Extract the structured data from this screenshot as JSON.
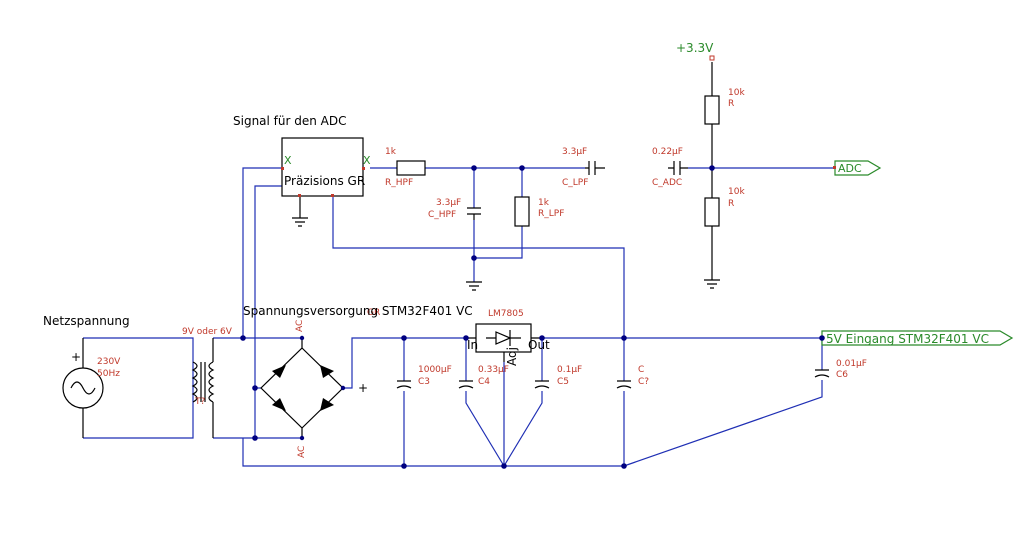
{
  "labels": {
    "signal_title": "Signal für den ADC",
    "netz_title": "Netzspannung",
    "supply_title": "Spannungsversorgung STM32F401 VC",
    "pgr_name": "Präzisions GR",
    "pgr_in": "X",
    "pgr_out": "X",
    "rect_label": "GR",
    "trafo_voltage": "9V oder 6V",
    "trafo_ref": "T?",
    "source_v": "230V",
    "source_f": "50Hz",
    "ac_top": "AC",
    "ac_bottom": "AC",
    "vcc": "+3.3V"
  },
  "components": {
    "r_hpf": {
      "value": "1k",
      "ref": "R_HPF"
    },
    "c_hpf": {
      "value": "3.3µF",
      "ref": "C_HPF"
    },
    "r_lpf": {
      "value": "1k",
      "ref": "R_LPF"
    },
    "c_lpf": {
      "value": "3.3µF",
      "ref": "C_LPF"
    },
    "c_adc": {
      "value": "0.22µF",
      "ref": "C_ADC"
    },
    "r_top": {
      "value": "10k",
      "ref": "R"
    },
    "r_bot": {
      "value": "10k",
      "ref": "R"
    },
    "c3": {
      "value": "1000µF",
      "ref": "C3"
    },
    "c4": {
      "value": "0.33µF",
      "ref": "C4"
    },
    "c5": {
      "value": "0.1µF",
      "ref": "C5"
    },
    "c_unk": {
      "value": "C",
      "ref": "C?"
    },
    "c6": {
      "value": "0.01µF",
      "ref": "C6"
    },
    "reg": {
      "name": "LM7805",
      "pin_in": "In",
      "pin_adj": "Adj",
      "pin_out": "Out"
    }
  },
  "nets": {
    "adc": "ADC",
    "v5": "5V Eingang STM32F401 VC"
  }
}
